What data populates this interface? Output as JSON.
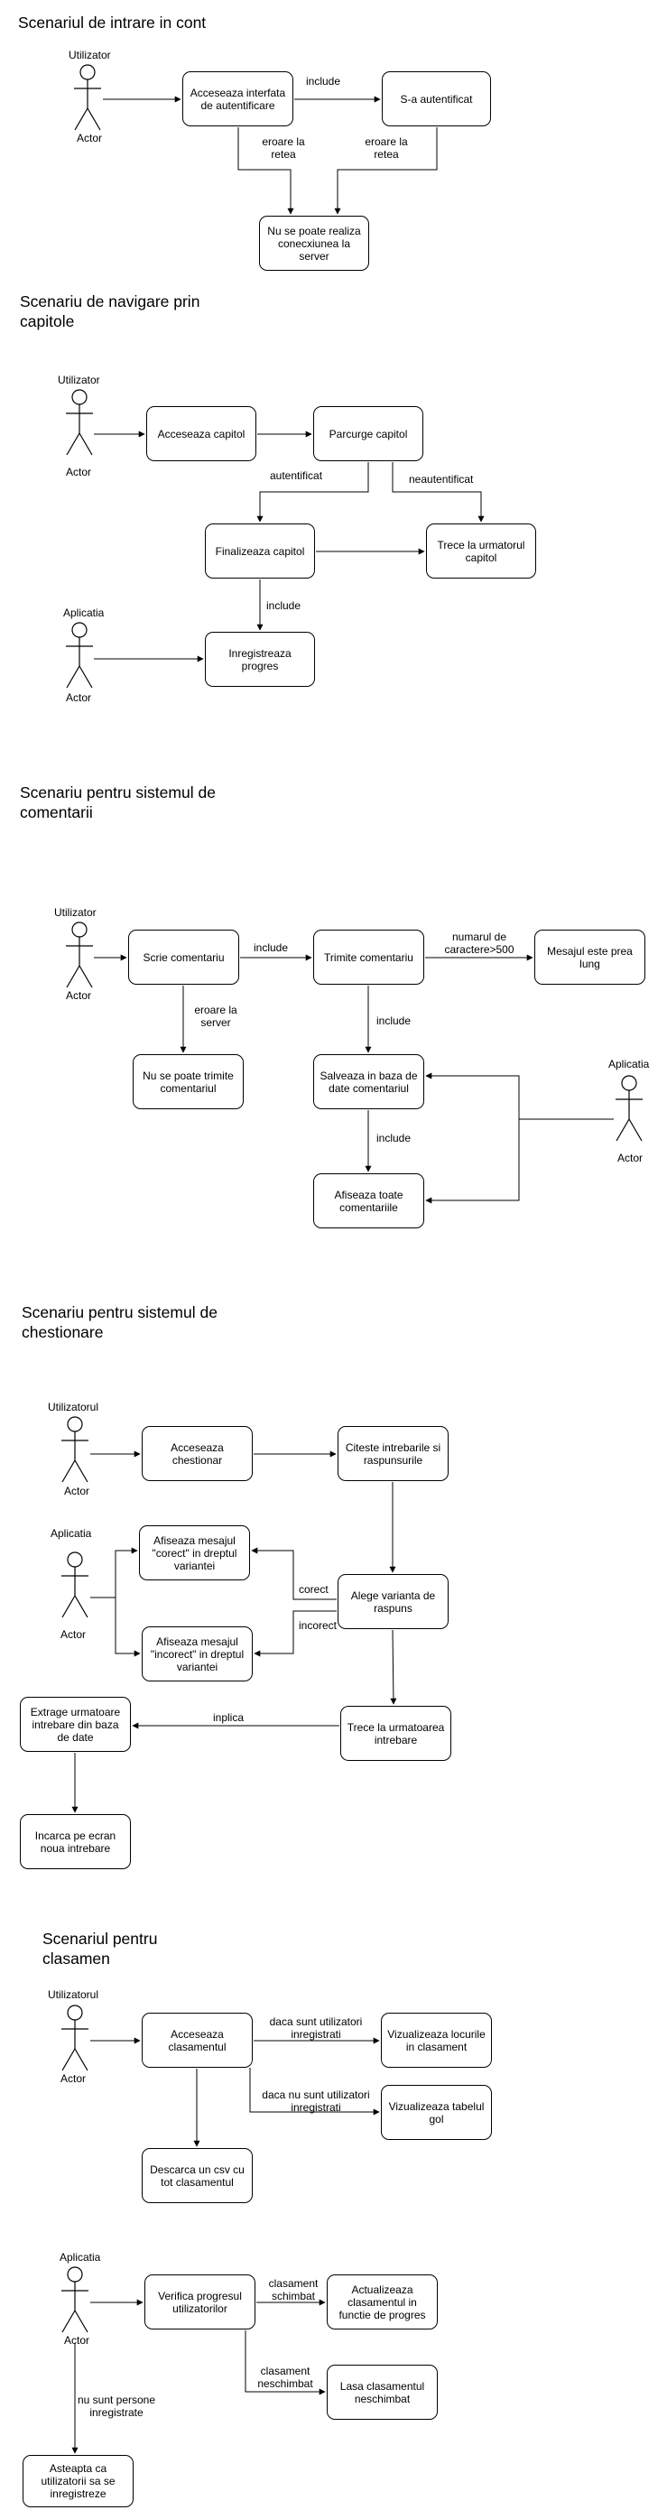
{
  "titles": {
    "s1": "Scenariul de intrare in cont",
    "s2": "Scenariu de navigare prin capitole",
    "s3": "Scenariu pentru sistemul de comentarii",
    "s4": "Scenariu pentru sistemul de chestionare",
    "s5": "Scenariul pentru clasamen"
  },
  "actors": {
    "a1": {
      "role": "Utilizator",
      "name": "Actor"
    },
    "a2": {
      "role": "Utilizator",
      "name": "Actor"
    },
    "a3": {
      "role": "Aplicatia",
      "name": "Actor"
    },
    "a4": {
      "role": "Utilizator",
      "name": "Actor"
    },
    "a5": {
      "role": "Aplicatia",
      "name": "Actor"
    },
    "a6": {
      "role": "Utilizatorul",
      "name": "Actor"
    },
    "a7": {
      "role": "Aplicatia",
      "name": "Actor"
    },
    "a8": {
      "role": "Utilizatorul",
      "name": "Actor"
    },
    "a9": {
      "role": "Aplicatia",
      "name": "Actor"
    }
  },
  "boxes": {
    "s1_access": "Acceseaza interfata de autentificare",
    "s1_auth": "S-a autentificat",
    "s1_noconn": "Nu se poate realiza conecxiunea la server",
    "s2_access": "Acceseaza capitol",
    "s2_parcurge": "Parcurge capitol",
    "s2_finalizeaza": "Finalizeaza capitol",
    "s2_trece": "Trece la urmatorul capitol",
    "s2_inreg": "Inregistreaza progres",
    "s3_scrie": "Scrie comentariu",
    "s3_trimite": "Trimite comentariu",
    "s3_lung": "Mesajul este prea lung",
    "s3_nutrimite": "Nu se poate trimite comentariul",
    "s3_salveaza": "Salveaza in baza de date comentariul",
    "s3_afiseaza": "Afiseaza toate comentariile",
    "s4_acceseaza": "Acceseaza chestionar",
    "s4_citeste": "Citeste intrebarile si raspunsurile",
    "s4_corect": "Afiseaza mesajul \"corect\" in dreptul variantei",
    "s4_incorect": "Afiseaza mesajul \"incorect\" in dreptul variantei",
    "s4_alege": "Alege varianta de raspuns",
    "s4_extrage": "Extrage urmatoare intrebare din baza de date",
    "s4_trece": "Trece la urmatoarea intrebare",
    "s4_incarca": "Incarca pe ecran noua intrebare",
    "s5_acceseaza": "Acceseaza clasamentul",
    "s5_vizlocuri": "Vizualizeaza locurile in clasament",
    "s5_vizgol": "Vizualizeaza tabelul gol",
    "s5_descarca": "Descarca un csv cu tot clasamentul",
    "s5_verifica": "Verifica progresul utilizatorilor",
    "s5_actualizeaza": "Actualizeaza clasamentul in functie de progres",
    "s5_lasa": "Lasa clasamentul neschimbat",
    "s5_asteapta": "Asteapta ca utilizatorii sa se inregistreze"
  },
  "labels": {
    "s1_include": "include",
    "s1_eroare1": "eroare la retea",
    "s1_eroare2": "eroare la retea",
    "s2_autentificat": "autentificat",
    "s2_neautentificat": "neautentificat",
    "s2_include": "include",
    "s3_include1": "include",
    "s3_numarul": "numarul de caractere>500",
    "s3_eroare": "eroare la server",
    "s3_include2": "include",
    "s3_include3": "include",
    "s4_corect": "corect",
    "s4_incorect": "incorect",
    "s4_inplica": "inplica",
    "s5_dacasunt": "daca sunt utilizatori inregistrati",
    "s5_dacanu": "daca nu sunt utilizatori inregistrati",
    "s5_schimbat": "clasament schimbat",
    "s5_neschimbat": "clasament neschimbat",
    "s5_nusunt": "nu sunt persone inregistrate"
  }
}
